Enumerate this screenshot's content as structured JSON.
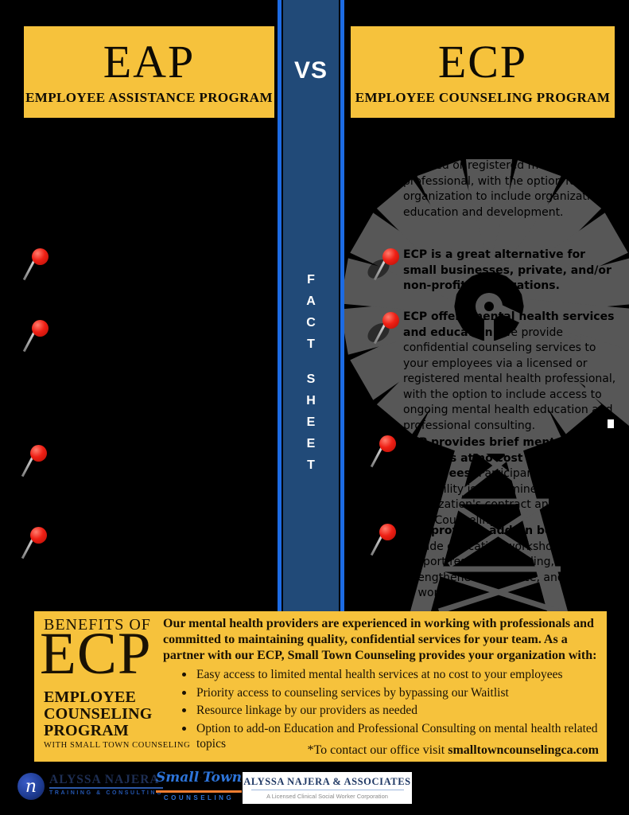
{
  "header": {
    "left": {
      "acronym": "EAP",
      "full": "EMPLOYEE ASSISTANCE PROGRAM"
    },
    "vs": "VS",
    "right": {
      "acronym": "ECP",
      "full": "EMPLOYEE COUNSELING PROGRAM"
    }
  },
  "band": {
    "letters": [
      "F",
      "A",
      "C",
      "T",
      "S",
      "H",
      "E",
      "E",
      "T"
    ]
  },
  "right_column": {
    "intro": "ECP provides confidential counseling services to your employees via a licensed or registered mental health professional, with the option for your organization to include organizational education and development.",
    "bullets": [
      {
        "lead": "ECP is a great alternative for small businesses, private, and/or non-profit organizations.",
        "rest": ""
      },
      {
        "lead": "ECP offers mental health services and education.",
        "rest": " We provide confidential counseling services to your employees via a licensed or registered mental health professional, with the option to include access to ongoing mental health education and professional consulting."
      },
      {
        "lead": "ECP provides brief mental health sessions at no cost to your employees.",
        "rest": " Participant and session availability is determined by your organization's contract and Small Town Counseling."
      },
      {
        "lead": "ECP provides add-on benefits",
        "rest": " that include education workshops that support resilience building, a strengthened workforce, and wellness at work."
      }
    ]
  },
  "benefits": {
    "eyebrow": "BENEFITS OF",
    "acronym": "ECP",
    "program_lines": [
      "EMPLOYEE",
      "COUNSELING",
      "PROGRAM"
    ],
    "subtitle": "WITH SMALL TOWN COUNSELING",
    "paragraph": "Our mental health providers are experienced in working with professionals and committed to maintaining quality, confidential services for your team. As a partner with our ECP, Small Town Counseling provides your organization  with:",
    "bullets": [
      "Easy access to limited mental health services at no cost to your employees",
      "Priority access to counseling services by bypassing our Waitlist",
      "Resource linkage by our providers as needed",
      "Option to add-on Education and Professional Consulting on mental health related topics"
    ],
    "contact_prefix": "*To contact our office visit ",
    "contact_domain": "smalltowncounselingca.com"
  },
  "footer": {
    "logo1": {
      "monogram": "n",
      "title": "ALYSSA NAJERA",
      "subtitle": "TRAINING & CONSULTING"
    },
    "logo2": {
      "word1": "Small",
      "word2": "Town",
      "subtitle": "COUNSELING"
    },
    "logo3": {
      "title": "ALYSSA NAJERA & ASSOCIATES",
      "subtitle": "A Licensed Clinical Social Worker Corporation"
    }
  },
  "icons": [
    "pushpin-icon",
    "windmill-icon",
    "monogram-n-icon",
    "small-town-windmill-icon"
  ],
  "colors": {
    "yellow": "#F6C23C",
    "band_navy": "#214A78",
    "band_border_blue": "#1C6BE4",
    "pin_red": "#EF2015",
    "windmill_gray": "#575757",
    "logo_blue": "#2D74D9",
    "logo_orange": "#ED7D31",
    "logo_navy": "#1F3864"
  }
}
